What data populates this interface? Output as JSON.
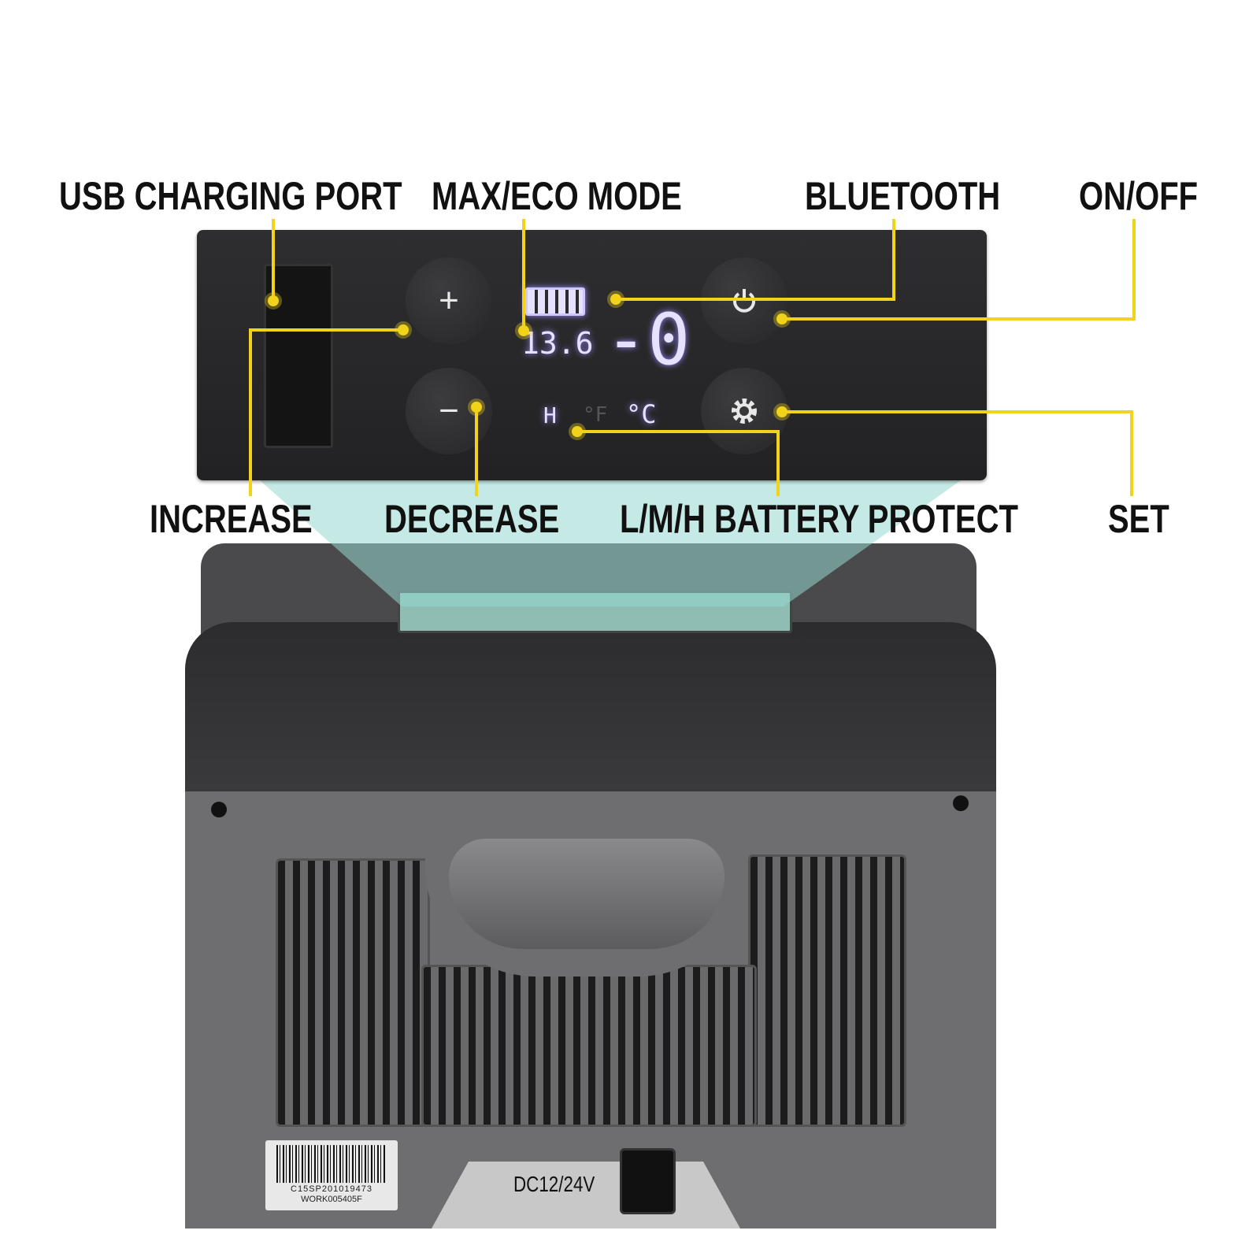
{
  "callouts": {
    "usb_charging_port": "USB CHARGING PORT",
    "max_eco_mode": "MAX/ECO MODE",
    "bluetooth": "BLUETOOTH",
    "on_off": "ON/OFF",
    "increase": "INCREASE",
    "decrease": "DECREASE",
    "battery_protect": "L/M/H BATTERY PROTECT",
    "set": "SET"
  },
  "panel": {
    "plus": "+",
    "minus": "−",
    "temperature": "-0",
    "unit_c": "°C",
    "unit_f": "°F",
    "voltage": "13.6",
    "battery_level": "H",
    "power_icon": "power-icon",
    "settings_icon": "gear-icon"
  },
  "label": {
    "serial": "C15SP201019473",
    "work": "WORK005405F",
    "power_rating": "DC12/24V"
  },
  "colors": {
    "callout": "#f2d31b",
    "panel": "#2a2a2c",
    "body": "#6e6e70",
    "display": "#e6e1ff"
  }
}
